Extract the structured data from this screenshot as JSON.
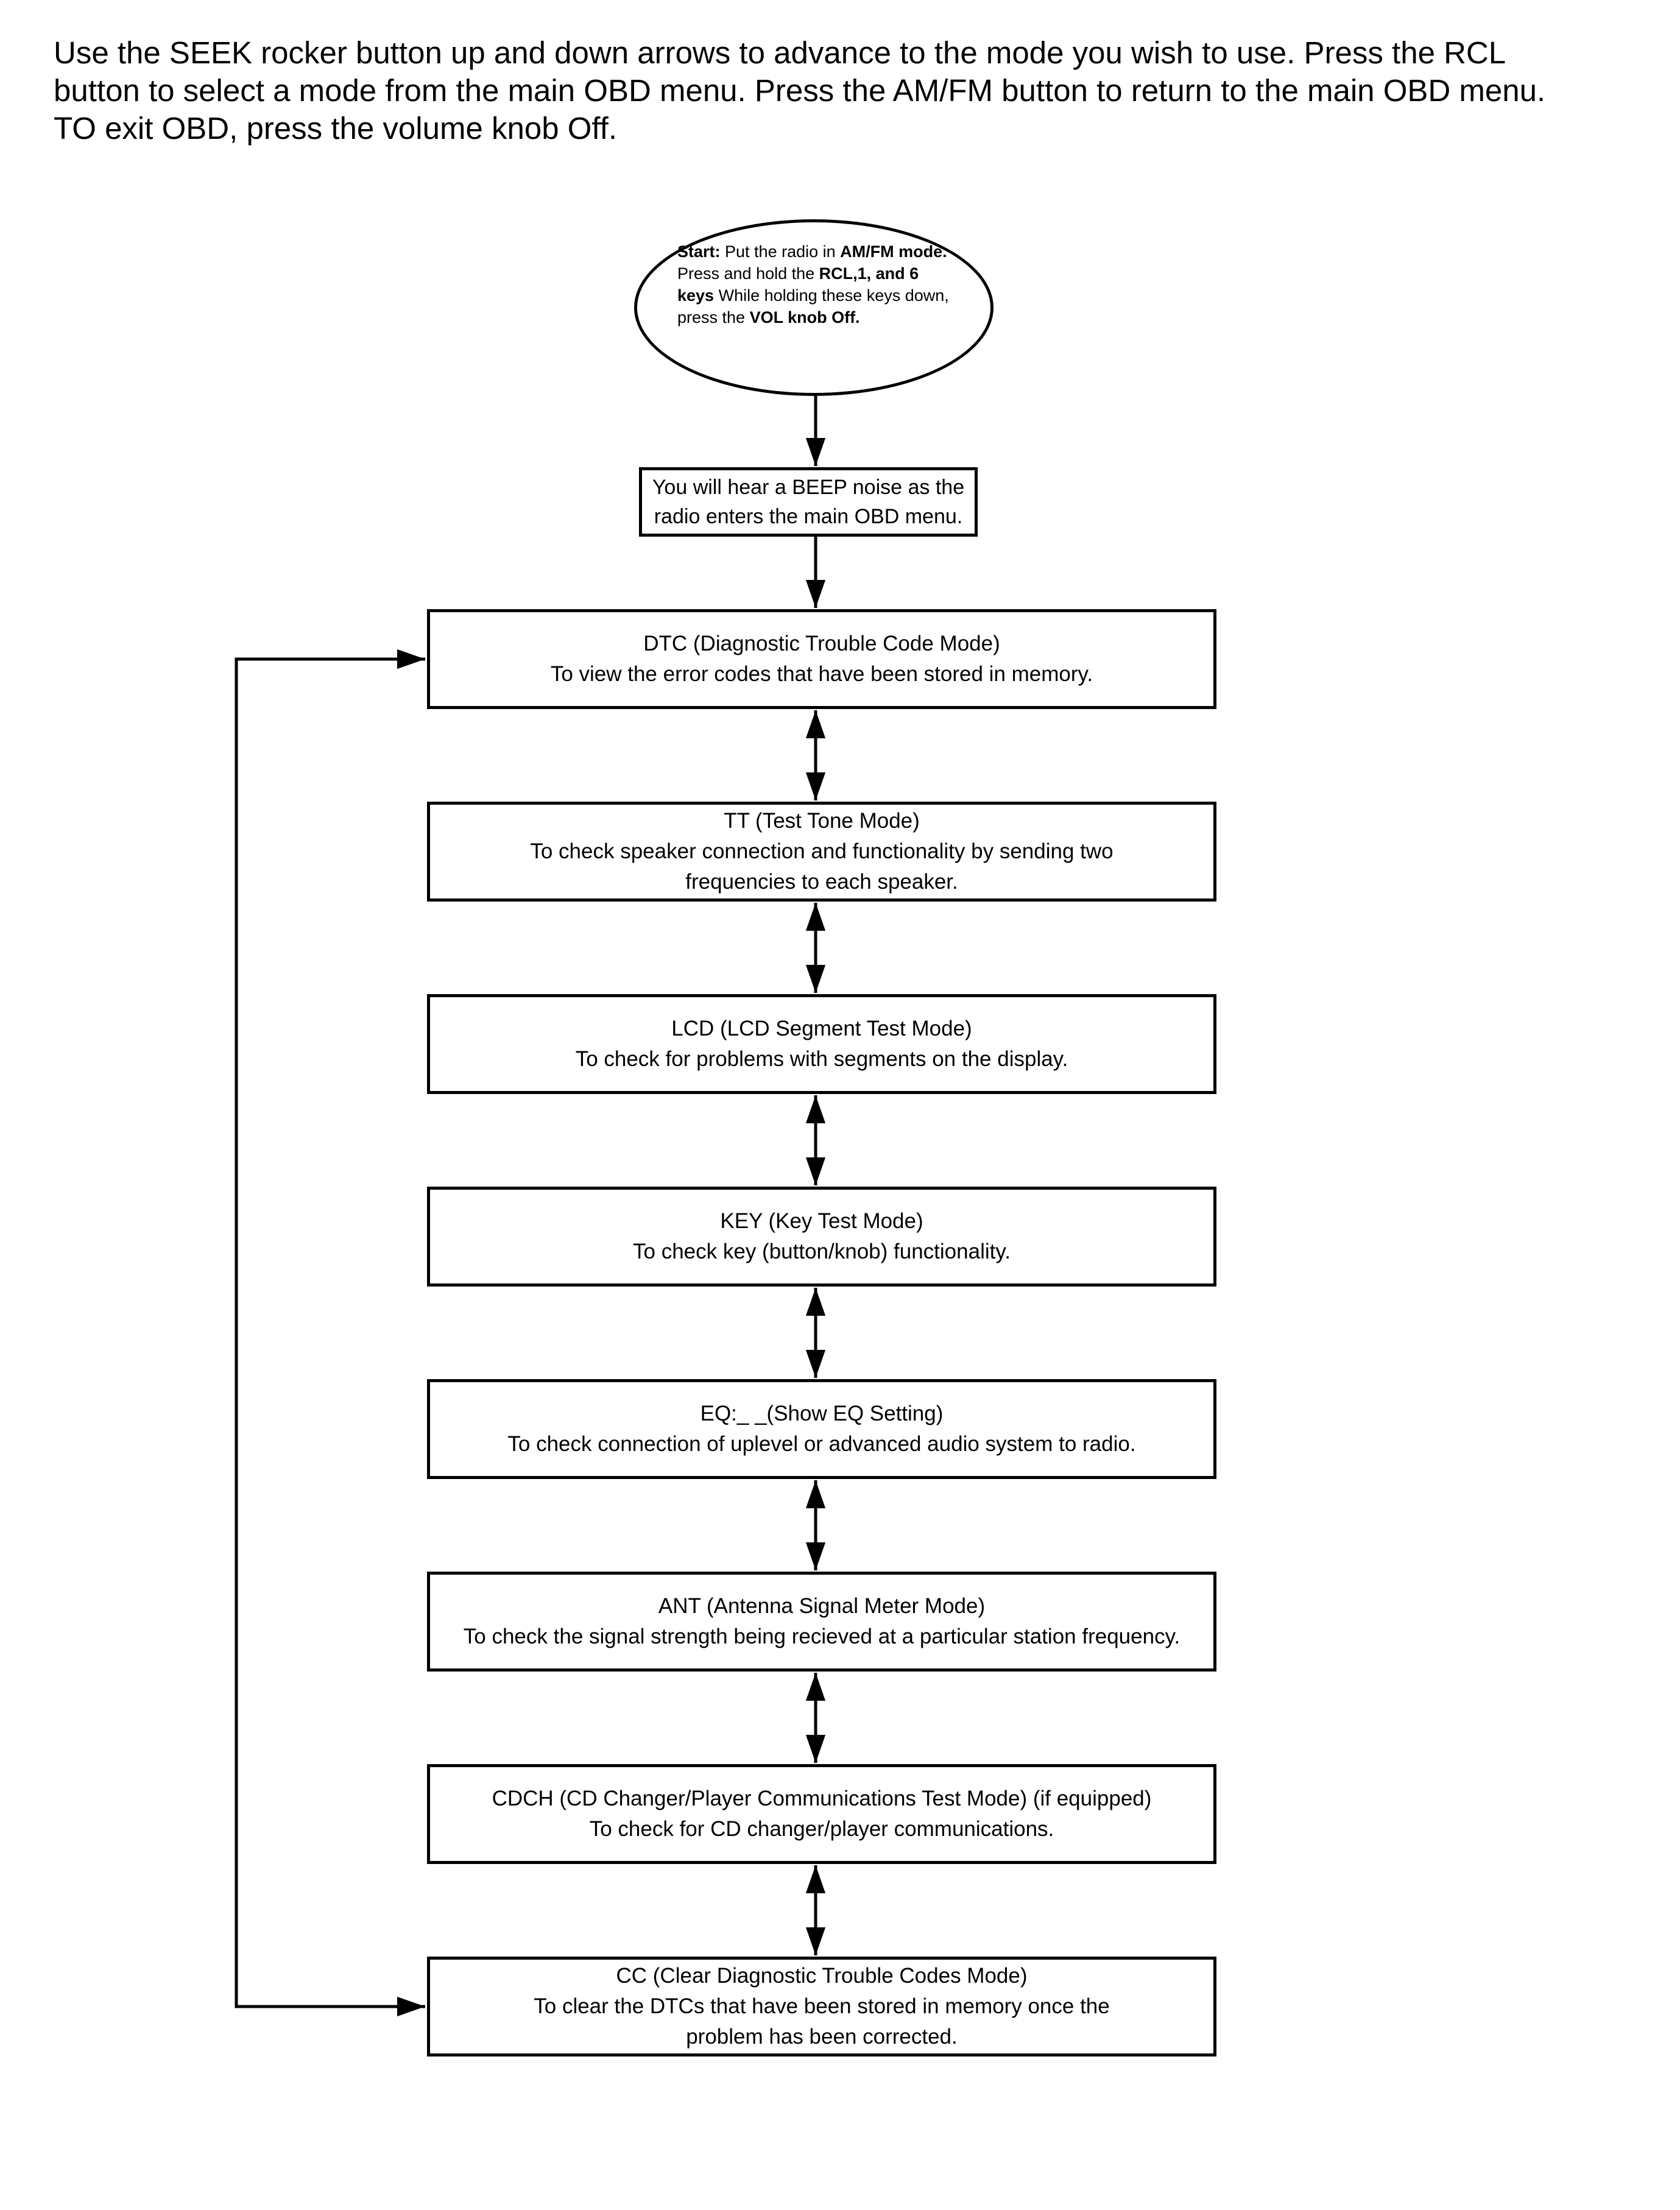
{
  "intro": "Use the SEEK rocker button up and down arrows to advance to the mode you wish to use.  Press the RCL\nbutton to select a mode from the main OBD menu.  Press the AM/FM button to return to the main OBD menu.\nTO exit OBD, press the volume knob Off.",
  "start_node": {
    "segments": [
      {
        "text": "Start:",
        "bold": true
      },
      {
        "text": "  Put the radio in ",
        "bold": false
      },
      {
        "text": "AM/FM mode.",
        "bold": true
      },
      {
        "text": "   Press and hold the ",
        "bold": false
      },
      {
        "text": "RCL,1, and 6 keys",
        "bold": true
      },
      {
        "text": " While holding these keys down, press the ",
        "bold": false
      },
      {
        "text": "VOL knob Off.",
        "bold": true
      }
    ]
  },
  "beep_node": {
    "lines": [
      "You will hear a BEEP noise as the",
      "radio enters the main OBD menu."
    ]
  },
  "modes": [
    {
      "title": "DTC (Diagnostic Trouble Code Mode)",
      "lines": [
        "To view the error codes that have been stored in memory."
      ]
    },
    {
      "title": "TT (Test Tone Mode)",
      "lines": [
        "To check speaker connection and functionality by sending two",
        "frequencies to each speaker."
      ]
    },
    {
      "title": "LCD (LCD Segment Test Mode)",
      "lines": [
        "To check for problems with segments on the display."
      ]
    },
    {
      "title": "KEY (Key Test Mode)",
      "lines": [
        "To check key (button/knob) functionality."
      ]
    },
    {
      "title": "EQ:_ _(Show EQ Setting)",
      "lines": [
        "To check connection of uplevel or advanced audio system to radio."
      ]
    },
    {
      "title": "ANT (Antenna Signal Meter Mode)",
      "lines": [
        "To check the signal strength being recieved at a particular station frequency."
      ]
    },
    {
      "title": "CDCH (CD Changer/Player Communications Test Mode) (if equipped)",
      "lines": [
        "To check for CD changer/player communications."
      ]
    },
    {
      "title": "CC (Clear Diagnostic Trouble Codes Mode)",
      "lines": [
        "To clear the DTCs that have been stored in memory once the",
        "problem has been corrected."
      ]
    }
  ]
}
